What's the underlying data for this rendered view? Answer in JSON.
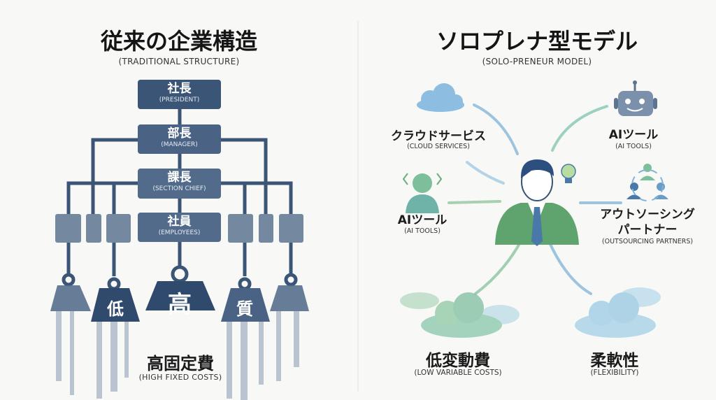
{
  "left": {
    "title": "従来の企業構造",
    "subtitle": "(TRADITIONAL STRUCTURE)",
    "hierarchy": [
      {
        "jp": "社長",
        "en": "(PRESIDENT)"
      },
      {
        "jp": "部長",
        "en": "(MANAGER)"
      },
      {
        "jp": "課長",
        "en": "(SECTION CHIEF)"
      },
      {
        "jp": "社員",
        "en": "(EMPLOYEES)"
      }
    ],
    "weights": [
      "低",
      "高",
      "質"
    ],
    "caption": "高固定費",
    "caption_sub": "(HIGH FIXED COSTS)"
  },
  "right": {
    "title": "ソロプレナ型モデル",
    "subtitle": "(SOLO-PRENEUR MODEL)",
    "nodes": {
      "cloud": {
        "label": "クラウドサービス",
        "sub": "(CLOUD SERVICES)"
      },
      "ai_robot": {
        "label": "AIツール",
        "sub": "(AI TOOLS)"
      },
      "ai_person": {
        "label": "AIツール",
        "sub": "(AI TOOLS)"
      },
      "outsourcing": {
        "label1": "アウトソーシング",
        "label2": "パートナー",
        "sub": "(OUTSOURCING PARTNERS)"
      },
      "low_cost": {
        "label": "低変動費",
        "sub": "(LOW VARIABLE COSTS)"
      },
      "flex": {
        "label": "柔軟性",
        "sub": "(FLEXIBILITY)"
      }
    }
  },
  "colors": {
    "navy": "#3b5576",
    "green": "#6aae7e",
    "blue": "#7fb3d8"
  }
}
